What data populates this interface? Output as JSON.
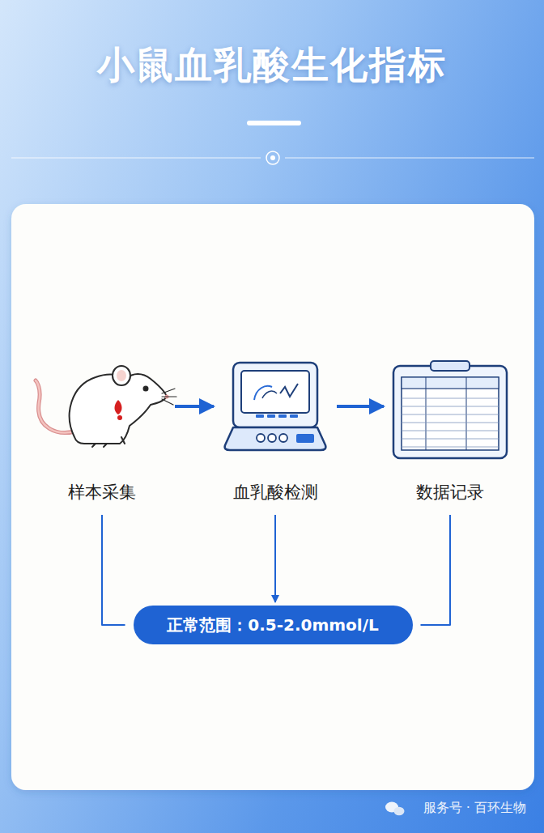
{
  "diagram": {
    "title": "小鼠血乳酸生化指标",
    "nodes": [
      {
        "text": [
          "样本采集"
        ]
      },
      {
        "text": [
          "血乳酸检测"
        ]
      },
      {
        "text": [
          "数据记录"
        ]
      },
      {
        "text": [
          "正常范围：0.5-2.0mmol/L"
        ]
      }
    ],
    "edges": [
      {
        "from": 0,
        "to": 1,
        "arrow": "to"
      },
      {
        "from": 1,
        "to": 2,
        "arrow": "to"
      },
      {
        "from": 0,
        "to": 3,
        "arrow": "none"
      },
      {
        "from": 1,
        "to": 3,
        "arrow": "to"
      },
      {
        "from": 2,
        "to": 3,
        "arrow": "none"
      }
    ],
    "labels": [
      "服务号 · 百环生物"
    ]
  }
}
